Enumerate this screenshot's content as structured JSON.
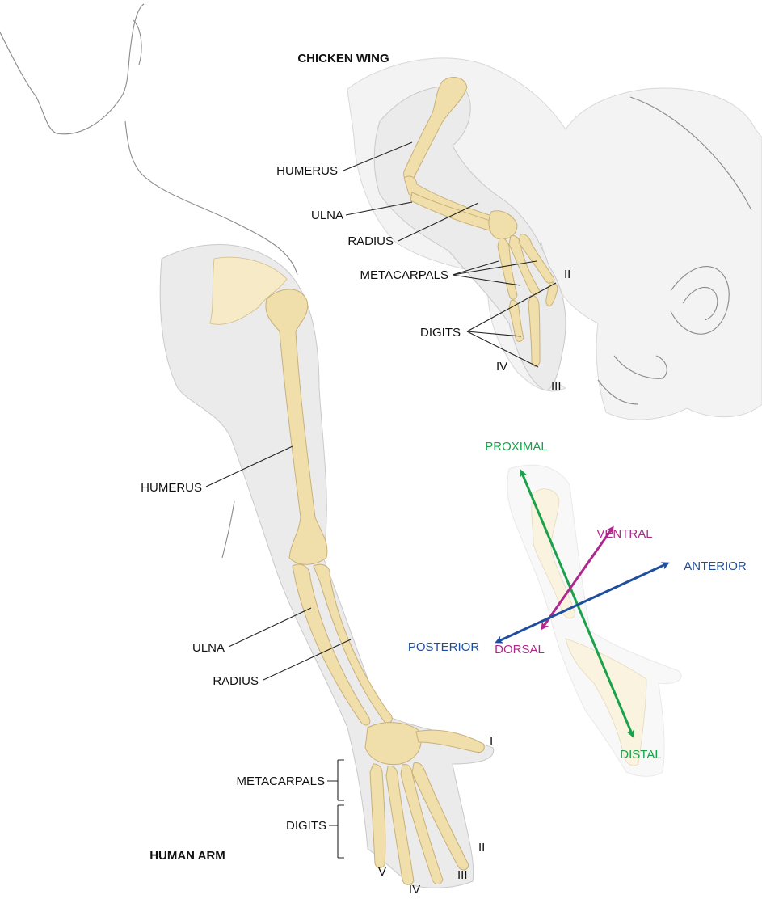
{
  "human_arm": {
    "title": "HUMAN ARM",
    "labels": {
      "humerus": "HUMERUS",
      "ulna": "ULNA",
      "radius": "RADIUS",
      "metacarpals": "METACARPALS",
      "digits": "DIGITS"
    },
    "digit_numbers": [
      "I",
      "II",
      "III",
      "IV",
      "V"
    ]
  },
  "chicken_wing": {
    "title": "CHICKEN WING",
    "labels": {
      "humerus": "HUMERUS",
      "ulna": "ULNA",
      "radius": "RADIUS",
      "metacarpals": "METACARPALS",
      "digits": "DIGITS"
    },
    "digit_numbers": [
      "II",
      "III",
      "IV"
    ]
  },
  "axes": {
    "proximal": "PROXIMAL",
    "distal": "DISTAL",
    "ventral": "VENTRAL",
    "dorsal": "DORSAL",
    "anterior": "ANTERIOR",
    "posterior": "POSTERIOR",
    "colors": {
      "proximal_distal": "#1aa14a",
      "ventral_dorsal": "#b0288e",
      "anterior_posterior": "#1f4e9c"
    }
  }
}
